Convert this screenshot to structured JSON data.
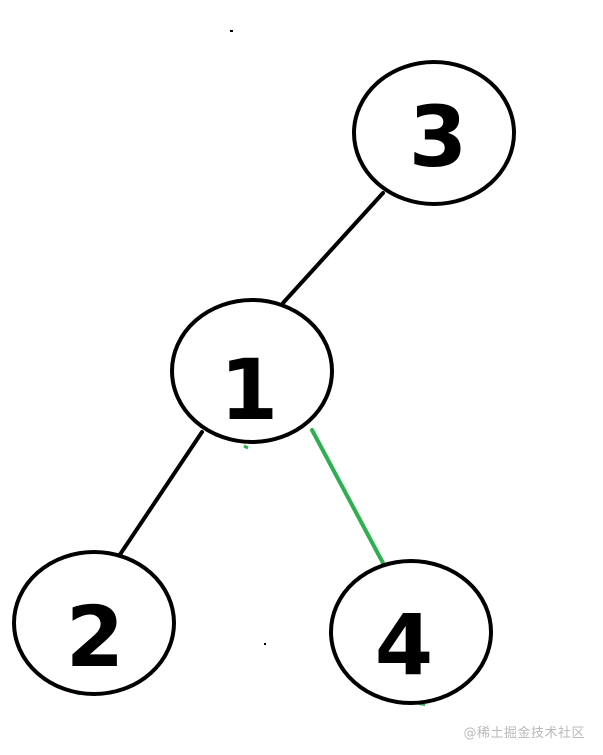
{
  "diagram": {
    "type": "binary-tree",
    "nodes": [
      {
        "id": "n3",
        "label": "3"
      },
      {
        "id": "n1",
        "label": "1"
      },
      {
        "id": "n2",
        "label": "2"
      },
      {
        "id": "n4",
        "label": "4"
      }
    ],
    "edges": [
      {
        "from": "n3",
        "to": "n1",
        "color": "#000000"
      },
      {
        "from": "n1",
        "to": "n2",
        "color": "#000000"
      },
      {
        "from": "n1",
        "to": "n4",
        "color": "#2db050"
      }
    ],
    "colors": {
      "node_stroke": "#000000",
      "node_fill": "#ffffff",
      "edge_default": "#000000",
      "edge_highlight": "#2db050"
    }
  },
  "watermark": "@稀土掘金技术社区"
}
